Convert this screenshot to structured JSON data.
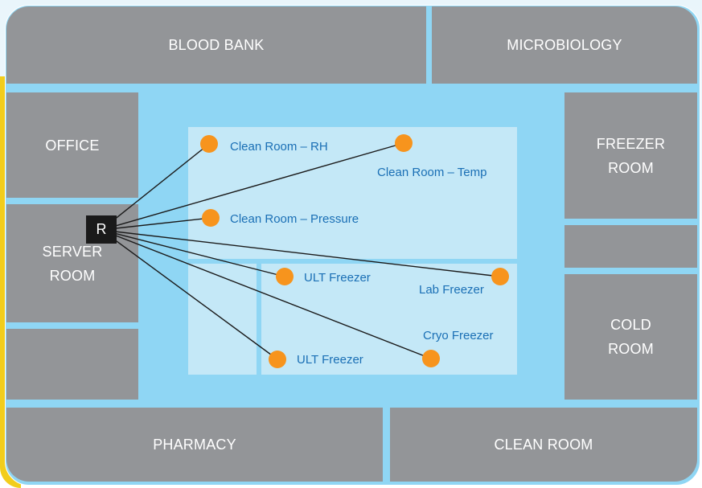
{
  "rooms": {
    "blood_bank": "BLOOD BANK",
    "microbiology": "MICROBIOLOGY",
    "office": "OFFICE",
    "server_room": "SERVER\nROOM",
    "freezer_room": "FREEZER\nROOM",
    "cold_room": "COLD\nROOM",
    "pharmacy": "PHARMACY",
    "clean_room": "CLEAN ROOM"
  },
  "router_label": "R",
  "sensors": [
    {
      "label": "Clean Room – RH"
    },
    {
      "label": "Clean Room – Temp"
    },
    {
      "label": "Clean Room – Pressure"
    },
    {
      "label": "ULT Freezer"
    },
    {
      "label": "Lab Freezer"
    },
    {
      "label": "Cryo Freezer"
    },
    {
      "label": "ULT Freezer"
    }
  ],
  "colors": {
    "room_fill": "#939598",
    "floor_fill": "#8fd6f4",
    "zone_fill": "#c4e8f7",
    "sensor_fill": "#f7941d",
    "label_text": "#1a6fb5",
    "router_fill": "#1a1a1a",
    "accent": "#f2cd1c"
  }
}
